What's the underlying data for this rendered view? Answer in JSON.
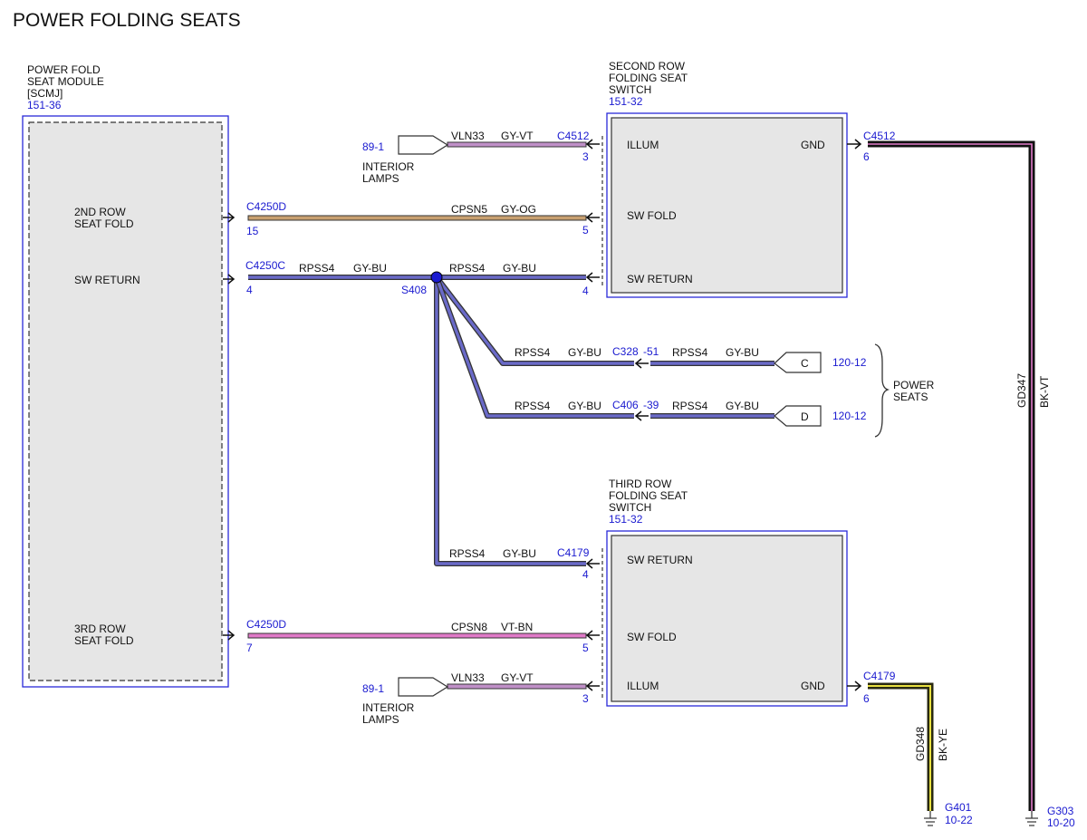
{
  "title": "POWER FOLDING SEATS",
  "scmj": {
    "line1": "POWER FOLD",
    "line2": "SEAT MODULE",
    "line3": "[SCMJ]",
    "ref": "151-36",
    "pins": {
      "seat2": [
        "2ND ROW",
        "SEAT FOLD"
      ],
      "swreturn": "SW RETURN",
      "seat3": [
        "3RD ROW",
        "SEAT FOLD"
      ]
    }
  },
  "sw2": {
    "line1": "SECOND ROW",
    "line2": "FOLDING SEAT",
    "line3": "SWITCH",
    "ref": "151-32",
    "illum": "ILLUM",
    "gnd": "GND",
    "swfold": "SW FOLD",
    "swreturn": "SW RETURN"
  },
  "sw3": {
    "line1": "THIRD ROW",
    "line2": "FOLDING SEAT",
    "line3": "SWITCH",
    "ref": "151-32",
    "illum": "ILLUM",
    "gnd": "GND",
    "swfold": "SW FOLD",
    "swreturn": "SW RETURN"
  },
  "lamps_top": {
    "ref": "89-1",
    "line1": "INTERIOR",
    "line2": "LAMPS"
  },
  "lamps_bot": {
    "ref": "89-1",
    "line1": "INTERIOR",
    "line2": "LAMPS"
  },
  "power_seats": {
    "line1": "POWER",
    "line2": "SEATS",
    "c_label": "C",
    "c_ref": "120-12",
    "d_label": "D",
    "d_ref": "120-12"
  },
  "splice": "S408",
  "circuits": {
    "vln33_top": {
      "name": "VLN33",
      "color": "GY-VT",
      "connector": "C4512",
      "pin": "3"
    },
    "cpsn5": {
      "name": "CPSN5",
      "color": "GY-OG",
      "left_connector": "C4250D",
      "left_pin": "15",
      "pin": "5"
    },
    "rpss4_left": {
      "name": "RPSS4",
      "color": "GY-BU",
      "connector": "C4250C",
      "pin": "4"
    },
    "rpss4_sw2": {
      "name": "RPSS4",
      "color": "GY-BU",
      "pin": "4"
    },
    "rpss4_c": {
      "name": "RPSS4",
      "color": "GY-BU",
      "connector": "C328",
      "pin": "-51",
      "name2": "RPSS4",
      "color2": "GY-BU"
    },
    "rpss4_d": {
      "name": "RPSS4",
      "color": "GY-BU",
      "connector": "C406",
      "pin": "-39",
      "name2": "RPSS4",
      "color2": "GY-BU"
    },
    "rpss4_sw3": {
      "name": "RPSS4",
      "color": "GY-BU",
      "connector": "C4179",
      "pin": "4"
    },
    "cpsn8": {
      "name": "CPSN8",
      "color": "VT-BN",
      "left_connector": "C4250D",
      "left_pin": "7",
      "pin": "5"
    },
    "vln33_bot": {
      "name": "VLN33",
      "color": "GY-VT",
      "pin": "3"
    },
    "gd347": {
      "name": "GD347",
      "color": "BK-VT",
      "connector": "C4512",
      "pin": "6",
      "ground": "G303",
      "ground_ref": "10-20"
    },
    "gd348": {
      "name": "GD348",
      "color": "BK-YE",
      "connector": "C4179",
      "pin": "6",
      "ground": "G401",
      "ground_ref": "10-22"
    }
  },
  "wire_colors": {
    "gy_vt": "#c090c8",
    "gy_og": "#c8a070",
    "gy_bu": "#6a6ac8",
    "vt_bn": "#e07ac8",
    "bk_vt": "#111111",
    "bk_ye": "#2a2a10",
    "accent_blue": "#1a1ad0"
  }
}
